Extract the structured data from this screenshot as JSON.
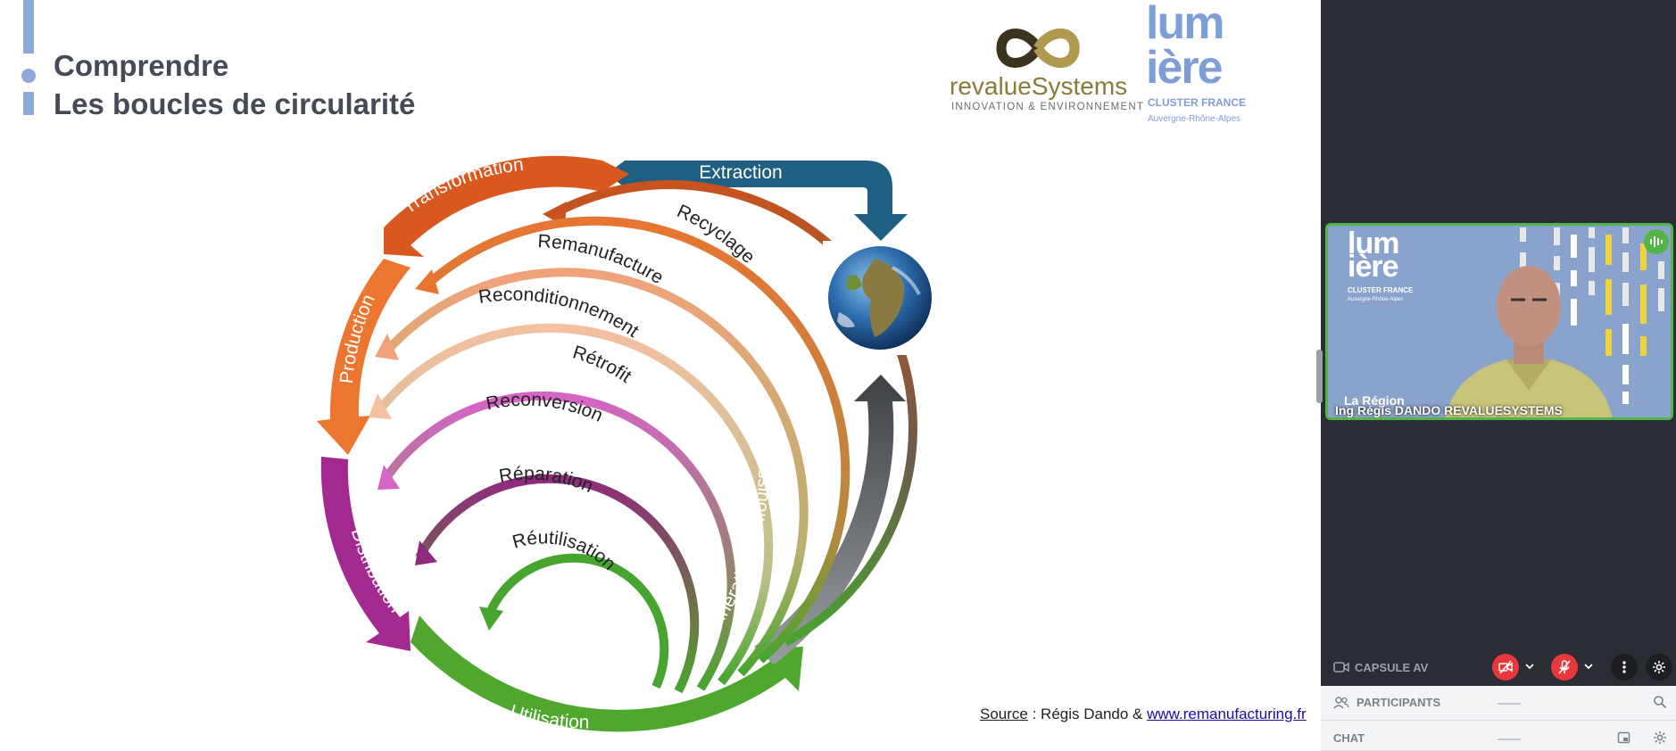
{
  "slide": {
    "title_line1": "Comprendre",
    "title_line2": "Les boucles de circularité",
    "logos": {
      "revalue_name": "revalueSystems",
      "revalue_tagline": "INNOVATION & ENVIRONNEMENT",
      "lumiere_word_top": "lum",
      "lumiere_word_bottom": "ière",
      "lumiere_sub": "CLUSTER FRANCE",
      "lumiere_region": "Auvergne-Rhône-Alpes"
    },
    "diagram": {
      "outer_stages": [
        "Extraction",
        "Transformation",
        "Production",
        "Distribution",
        "Utilisation"
      ],
      "loops": [
        "Recyclage",
        "Remanufacture",
        "Reconditionnement",
        "Rétrofit",
        "Reconversion",
        "Réparation",
        "Réutilisation"
      ],
      "end_of_life": "Incinération - Enfouissement",
      "colors": {
        "extraction": "#1f5f82",
        "transformation": "#d9581f",
        "production": "#ec7530",
        "distribution": "#a3288f",
        "utilisation": "#4fa82d",
        "end_of_life": "#55585c",
        "recyclage": "#c8531f",
        "remanufacture": "#e77532",
        "reconditionnement": "#f0a37a",
        "retrofit": "#f3c0a1",
        "reconversion": "#d565c7",
        "reparation": "#8f2b7e",
        "reutilisation": "#47a52f"
      }
    },
    "source_prefix": "Source",
    "source_text": " : Régis Dando & ",
    "source_link": "www.remanufacturing.fr"
  },
  "panel": {
    "video": {
      "logo_word_top": "lum",
      "logo_word_bottom": "ière",
      "logo_sub": "CLUSTER FRANCE",
      "logo_region": "Auvergne-Rhône-Alpes",
      "region_label": "La Région",
      "participant_name": "Ing Régis DANDO REVALUESYSTEMS"
    },
    "room_name": "CAPSULE AV",
    "participants_label": "PARTICIPANTS",
    "chat_label": "CHAT",
    "colors": {
      "background": "#2a2d33",
      "active_border": "#53b548",
      "muted": "#e8383d"
    }
  }
}
